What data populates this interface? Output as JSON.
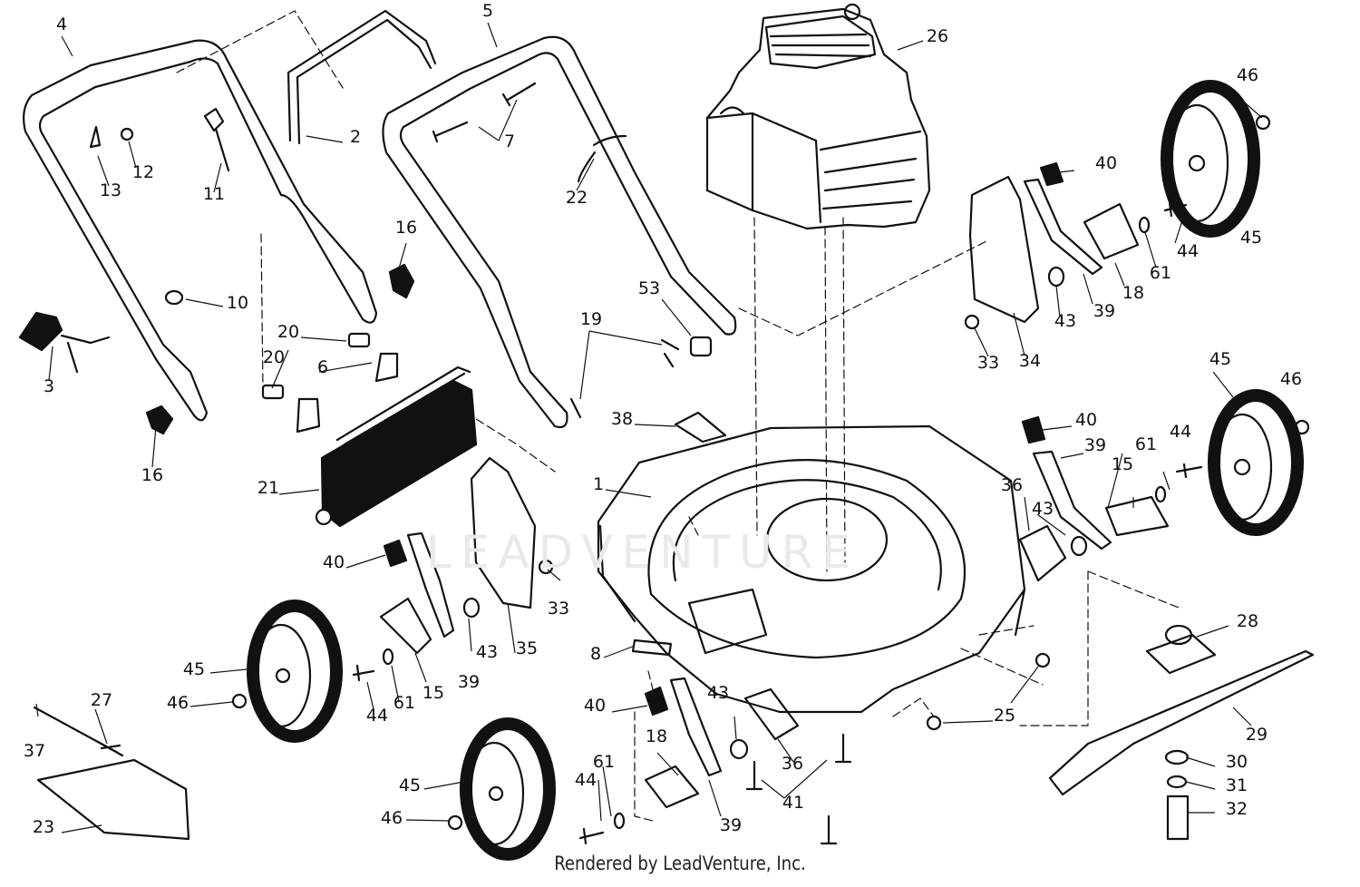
{
  "footer": "Rendered by LeadVenture, Inc.",
  "watermark": "LEADVENTURE",
  "callouts": [
    {
      "label": "1"
    },
    {
      "label": "2"
    },
    {
      "label": "3"
    },
    {
      "label": "4"
    },
    {
      "label": "5"
    },
    {
      "label": "6"
    },
    {
      "label": "7"
    },
    {
      "label": "8"
    },
    {
      "label": "10"
    },
    {
      "label": "11"
    },
    {
      "label": "12"
    },
    {
      "label": "13"
    },
    {
      "label": "15"
    },
    {
      "label": "15"
    },
    {
      "label": "16"
    },
    {
      "label": "16"
    },
    {
      "label": "18"
    },
    {
      "label": "18"
    },
    {
      "label": "19"
    },
    {
      "label": "20"
    },
    {
      "label": "20"
    },
    {
      "label": "21"
    },
    {
      "label": "22"
    },
    {
      "label": "23"
    },
    {
      "label": "25"
    },
    {
      "label": "26"
    },
    {
      "label": "27"
    },
    {
      "label": "28"
    },
    {
      "label": "29"
    },
    {
      "label": "30"
    },
    {
      "label": "31"
    },
    {
      "label": "32"
    },
    {
      "label": "33"
    },
    {
      "label": "33"
    },
    {
      "label": "34"
    },
    {
      "label": "35"
    },
    {
      "label": "36"
    },
    {
      "label": "36"
    },
    {
      "label": "37"
    },
    {
      "label": "38"
    },
    {
      "label": "39"
    },
    {
      "label": "39"
    },
    {
      "label": "39"
    },
    {
      "label": "39"
    },
    {
      "label": "40"
    },
    {
      "label": "40"
    },
    {
      "label": "40"
    },
    {
      "label": "40"
    },
    {
      "label": "41"
    },
    {
      "label": "43"
    },
    {
      "label": "43"
    },
    {
      "label": "43"
    },
    {
      "label": "43"
    },
    {
      "label": "44"
    },
    {
      "label": "44"
    },
    {
      "label": "44"
    },
    {
      "label": "44"
    },
    {
      "label": "45"
    },
    {
      "label": "45"
    },
    {
      "label": "45"
    },
    {
      "label": "45"
    },
    {
      "label": "46"
    },
    {
      "label": "46"
    },
    {
      "label": "46"
    },
    {
      "label": "46"
    },
    {
      "label": "53"
    },
    {
      "label": "61"
    },
    {
      "label": "61"
    },
    {
      "label": "61"
    },
    {
      "label": "61"
    }
  ]
}
